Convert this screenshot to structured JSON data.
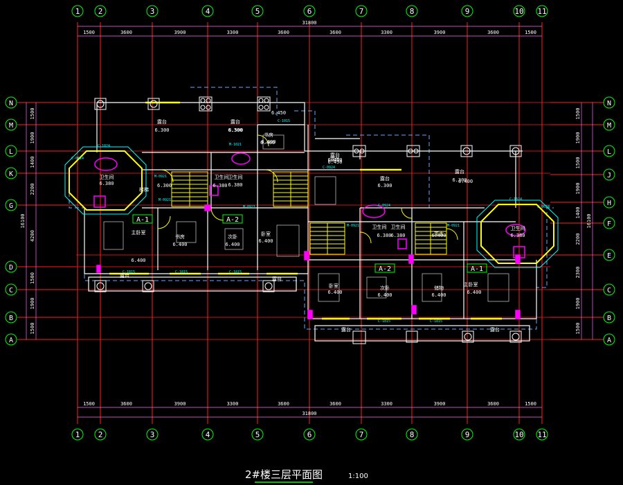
{
  "drawing": {
    "title": "2#楼三层平面图",
    "scale": "1:100"
  },
  "colors": {
    "background": "#000000",
    "axis_line": "#ff2020",
    "axis_bubble": "#00ff00",
    "dimension": "#ffffff",
    "dimension_line": "#ff66ff",
    "wall": "#ffffff",
    "window": "#00ffff",
    "stair": "#ffff00",
    "fixture": "#ff00ff",
    "dashed_outline": "#66aaff",
    "room_text": "#ffffff",
    "elevation_text": "#ffffff"
  },
  "axes": {
    "vertical": [
      "1",
      "2",
      "3",
      "4",
      "5",
      "6",
      "7",
      "8",
      "9",
      "10",
      "11"
    ],
    "horizontal_left": [
      "N",
      "M",
      "L",
      "K",
      "G",
      "D",
      "C",
      "B",
      "A"
    ],
    "horizontal_right": [
      "N",
      "M",
      "L",
      "J",
      "H",
      "F",
      "E",
      "C",
      "B",
      "A"
    ]
  },
  "dimensions": {
    "top_segments": [
      "1500",
      "3600",
      "3900",
      "3300",
      "3600",
      "3600",
      "3300",
      "3900",
      "3600",
      "1500"
    ],
    "top_total": "31800",
    "bottom_segments": [
      "1500",
      "3600",
      "3900",
      "3300",
      "3600",
      "3600",
      "3300",
      "3900",
      "3600",
      "1500"
    ],
    "bottom_total": "31800",
    "left_segments": [
      "1500",
      "1900",
      "1400",
      "2200",
      "4200",
      "1500",
      "1900",
      "1500"
    ],
    "left_total": "16100",
    "right_segments": [
      "1500",
      "1900",
      "1500",
      "1900",
      "1400",
      "2200",
      "2300",
      "1900",
      "1500"
    ],
    "right_total": "16100"
  },
  "rooms": [
    {
      "name": "露台",
      "elev": "6.300"
    },
    {
      "name": "露台",
      "elev": "6.300"
    },
    {
      "name": "书房",
      "elev": "6.400"
    },
    {
      "name": "卫生间",
      "elev": "6.380"
    },
    {
      "name": "卫生间",
      "elev": "6.380"
    },
    {
      "name": "露台",
      "elev": "6.450"
    },
    {
      "name": "露台",
      "elev": "6.300"
    },
    {
      "name": "露台",
      "elev": "6.300"
    },
    {
      "name": "卫生间",
      "elev": "6.380"
    },
    {
      "name": "卫生间",
      "elev": "6.380"
    },
    {
      "name": "更衣",
      "elev": "6.400"
    },
    {
      "name": "书房",
      "elev": "6.400"
    },
    {
      "name": "主卧室",
      "elev": "6.400"
    },
    {
      "name": "主卧室",
      "elev": "6.400"
    },
    {
      "name": "次卧",
      "elev": "6.400"
    },
    {
      "name": "次卧",
      "elev": "6.400"
    },
    {
      "name": "卧室",
      "elev": "6.400"
    },
    {
      "name": "卧室",
      "elev": "6.400"
    },
    {
      "name": "楼梯",
      "elev": ""
    },
    {
      "name": "露台",
      "elev": "6.450"
    },
    {
      "name": "卫生间",
      "elev": "6.380"
    },
    {
      "name": "卫生间",
      "elev": "6.380"
    },
    {
      "name": "储物",
      "elev": "6.400"
    },
    {
      "name": "露台",
      "elev": ""
    },
    {
      "name": "露台",
      "elev": ""
    },
    {
      "name": "露台",
      "elev": ""
    },
    {
      "name": "露台",
      "elev": ""
    }
  ],
  "unit_tags": [
    "A-1",
    "A-2",
    "A-2",
    "A-1"
  ],
  "openings": [
    "C-1024",
    "C-1024",
    "C-0624",
    "C-0624",
    "C-1815",
    "C-1815",
    "M-0921",
    "M-0921",
    "M-0921",
    "M-1021",
    "C-1815",
    "C-1015",
    "M-0921",
    "M-0921",
    "C-0924",
    "C-0924",
    "C-1815",
    "C-1815"
  ],
  "floor_levels": [
    "6.450",
    "8.500",
    "6.400",
    "6.300",
    "6.400"
  ]
}
